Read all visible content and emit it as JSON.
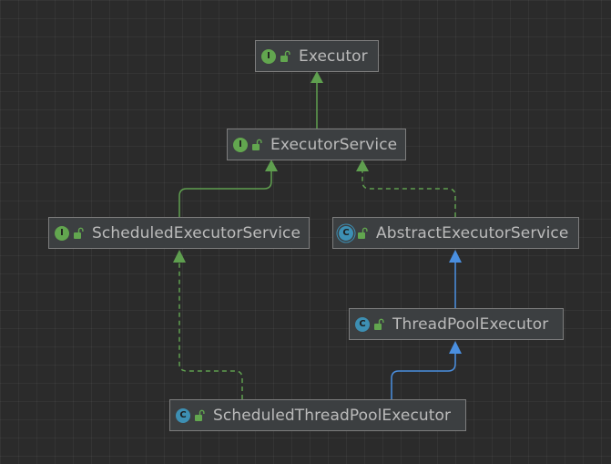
{
  "diagram": {
    "title": "",
    "nodes": [
      {
        "id": "executor",
        "label": "Executor",
        "kind": "interface",
        "badge": "I",
        "visibility_icon": "unlock-icon"
      },
      {
        "id": "executor_service",
        "label": "ExecutorService",
        "kind": "interface",
        "badge": "I",
        "visibility_icon": "unlock-icon"
      },
      {
        "id": "scheduled_executor_service",
        "label": "ScheduledExecutorService",
        "kind": "interface",
        "badge": "I",
        "visibility_icon": "unlock-icon"
      },
      {
        "id": "abstract_executor_service",
        "label": "AbstractExecutorService",
        "kind": "abstract-class",
        "badge": "C",
        "visibility_icon": "unlock-icon"
      },
      {
        "id": "thread_pool_executor",
        "label": "ThreadPoolExecutor",
        "kind": "class",
        "badge": "C",
        "visibility_icon": "unlock-icon"
      },
      {
        "id": "scheduled_thread_pool_executor",
        "label": "ScheduledThreadPoolExecutor",
        "kind": "class",
        "badge": "C",
        "visibility_icon": "unlock-icon"
      }
    ],
    "edges": [
      {
        "from": "executor_service",
        "to": "executor",
        "relation": "extends-interface"
      },
      {
        "from": "scheduled_executor_service",
        "to": "executor_service",
        "relation": "extends-interface"
      },
      {
        "from": "abstract_executor_service",
        "to": "executor_service",
        "relation": "implements"
      },
      {
        "from": "thread_pool_executor",
        "to": "abstract_executor_service",
        "relation": "extends-class"
      },
      {
        "from": "scheduled_thread_pool_executor",
        "to": "thread_pool_executor",
        "relation": "extends-class"
      },
      {
        "from": "scheduled_thread_pool_executor",
        "to": "scheduled_executor_service",
        "relation": "implements"
      }
    ],
    "colors": {
      "background": "#2b2b2b",
      "node_fill": "#3c3f41",
      "node_border": "#7d7d7d",
      "label_text": "#bbbbbb",
      "interface_badge": "#62a64f",
      "class_badge": "#3d8fb3",
      "interface_inheritance_edge": "#5f9f4f",
      "class_inheritance_edge": "#4a8fe0",
      "lock_icon": "#62a64f"
    }
  }
}
